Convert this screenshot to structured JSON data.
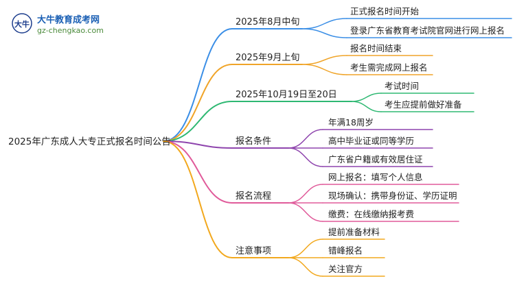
{
  "logo": {
    "mark": "大牛",
    "title": "大牛教育成考网",
    "url": "gz-chengkao.com"
  },
  "root": {
    "label": "2025年广东成人大专正式报名时间公告"
  },
  "colors": {
    "blue": "#3a8ee6",
    "orange": "#f0a428",
    "green": "#2eb872",
    "purple": "#8e44ad",
    "pink": "#e05a9a",
    "amber": "#f2a81d"
  },
  "branches": [
    {
      "label": "2025年8月中旬",
      "color": "blue",
      "children": [
        "正式报名时间开始",
        "登录广东省教育考试院官网进行网上报名"
      ]
    },
    {
      "label": "2025年9月上旬",
      "color": "orange",
      "children": [
        "报名时间结束",
        "考生需完成网上报名"
      ]
    },
    {
      "label": "2025年10月19日至20日",
      "color": "green",
      "children": [
        "考试时间",
        "考生应提前做好准备"
      ]
    },
    {
      "label": "报名条件",
      "color": "purple",
      "children": [
        "年满18周岁",
        "高中毕业证或同等学历",
        "广东省户籍或有效居住证"
      ]
    },
    {
      "label": "报名流程",
      "color": "pink",
      "children": [
        "网上报名：填写个人信息",
        "现场确认：携带身份证、学历证明",
        "缴费：在线缴纳报考费"
      ]
    },
    {
      "label": "注意事项",
      "color": "amber",
      "children": [
        "提前准备材料",
        "错峰报名",
        "关注官方"
      ]
    }
  ]
}
